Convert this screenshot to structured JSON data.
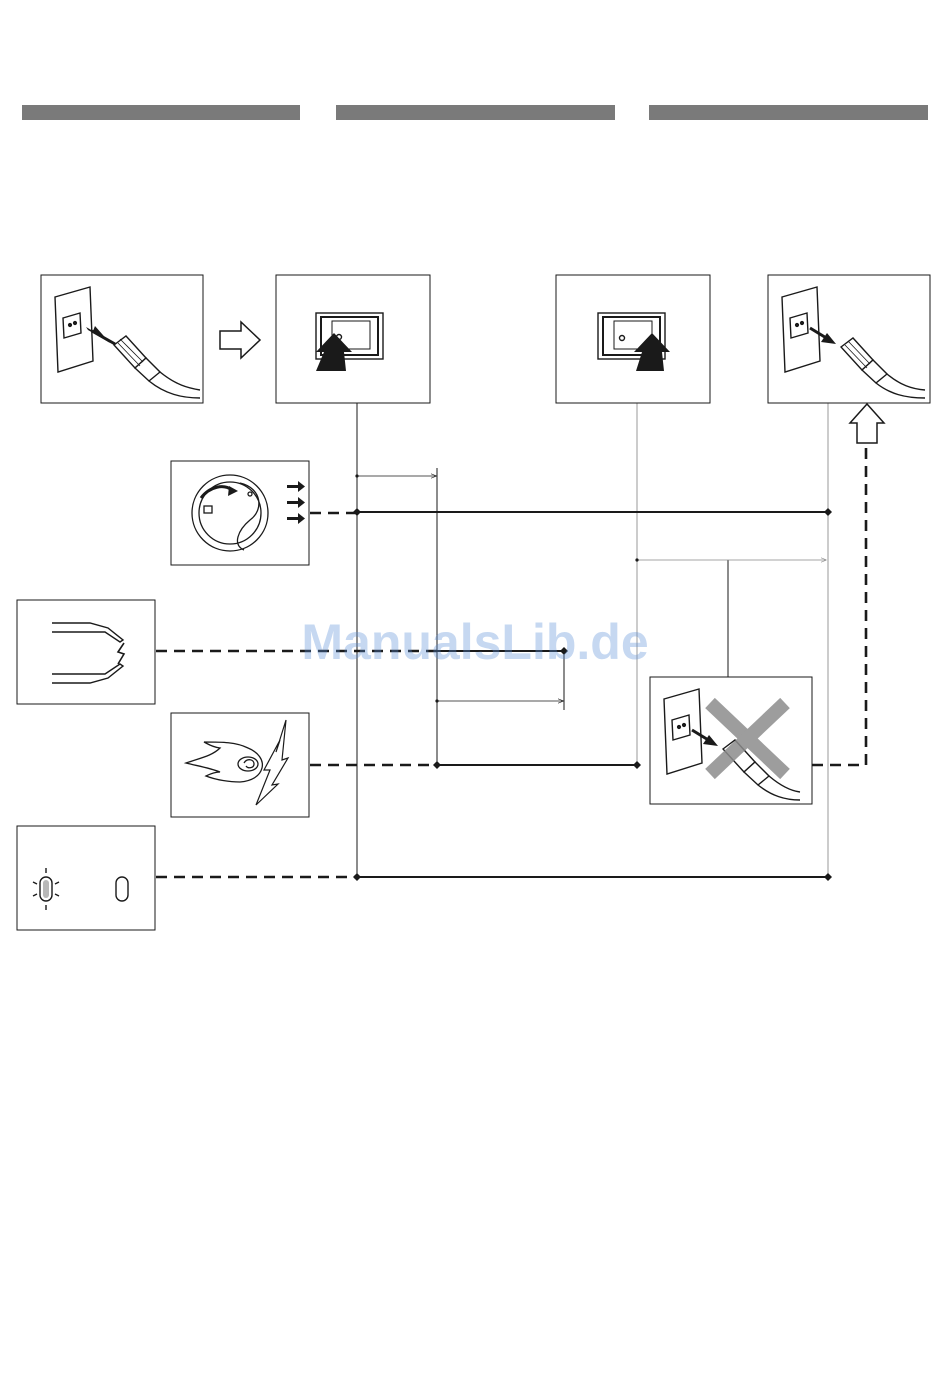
{
  "header_bars": [
    "gray-bar",
    "gray-bar",
    "gray-bar"
  ],
  "watermark": "ManualsLib.de",
  "icons": {
    "plug_in": "plug-insert-icon",
    "switch_on": "power-switch-on-icon",
    "switch_off": "power-switch-off-icon",
    "plug_out": "plug-remove-icon",
    "fan": "fan-dial-icon",
    "spark": "spark-electrodes-icon",
    "flame": "flame-ignition-icon",
    "lamp": "indicator-lamp-icon",
    "no_unplug": "do-not-unplug-icon"
  },
  "colors": {
    "bar": "#7a7a7a",
    "line": "#1a1a1a",
    "thin_line": "#9a9a9a",
    "cross": "#8c8c8c",
    "watermark": "#5b8fd8"
  }
}
